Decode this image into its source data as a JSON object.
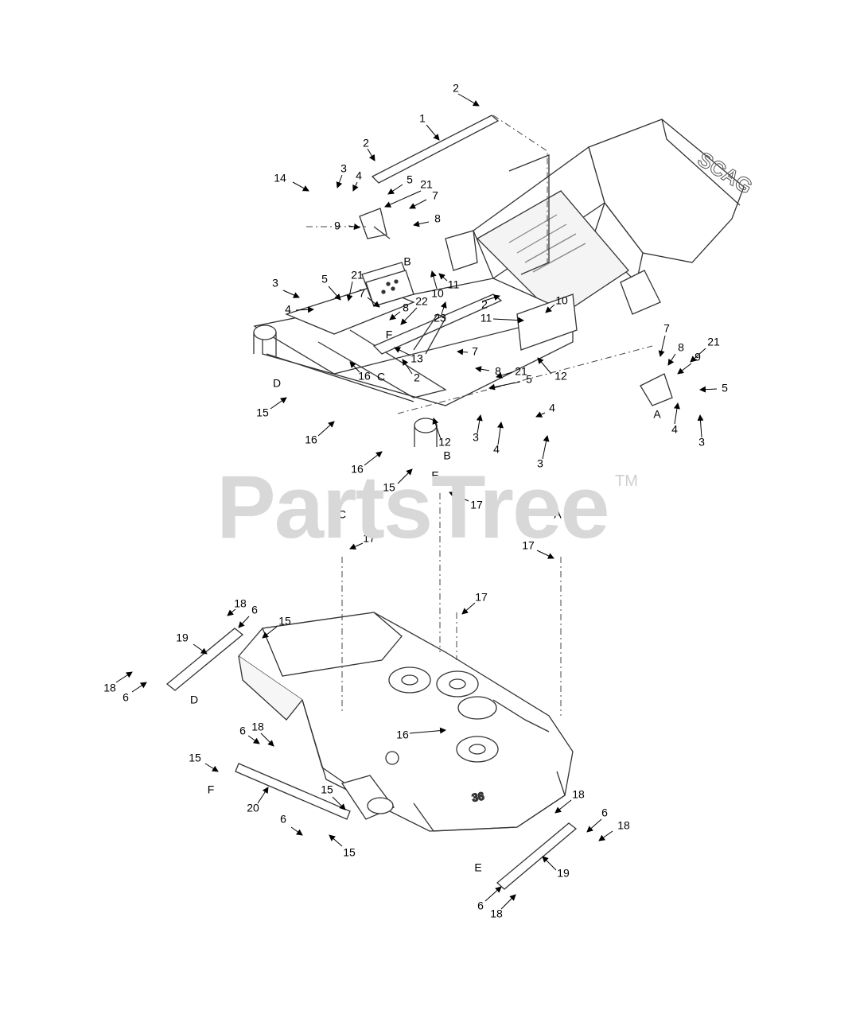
{
  "watermark": {
    "text": "PartsTree",
    "trademark": "TM"
  },
  "deck_brand": "36",
  "frame_brand": "SCAG",
  "callouts": [
    {
      "label": "2"
    },
    {
      "label": "1"
    },
    {
      "label": "2"
    },
    {
      "label": "14"
    },
    {
      "label": "3"
    },
    {
      "label": "4"
    },
    {
      "label": "5"
    },
    {
      "label": "21"
    },
    {
      "label": "7"
    },
    {
      "label": "8"
    },
    {
      "label": "9"
    },
    {
      "label": "B"
    },
    {
      "label": "10"
    },
    {
      "label": "11"
    },
    {
      "label": "3"
    },
    {
      "label": "4"
    },
    {
      "label": "5"
    },
    {
      "label": "21"
    },
    {
      "label": "7"
    },
    {
      "label": "8"
    },
    {
      "label": "22"
    },
    {
      "label": "F"
    },
    {
      "label": "2"
    },
    {
      "label": "23"
    },
    {
      "label": "10"
    },
    {
      "label": "11"
    },
    {
      "label": "13"
    },
    {
      "label": "7"
    },
    {
      "label": "16"
    },
    {
      "label": "C"
    },
    {
      "label": "2"
    },
    {
      "label": "8"
    },
    {
      "label": "21"
    },
    {
      "label": "5"
    },
    {
      "label": "12"
    },
    {
      "label": "D"
    },
    {
      "label": "15"
    },
    {
      "label": "16"
    },
    {
      "label": "12"
    },
    {
      "label": "4"
    },
    {
      "label": "3"
    },
    {
      "label": "4"
    },
    {
      "label": "3"
    },
    {
      "label": "7"
    },
    {
      "label": "8"
    },
    {
      "label": "9"
    },
    {
      "label": "21"
    },
    {
      "label": "5"
    },
    {
      "label": "A"
    },
    {
      "label": "4"
    },
    {
      "label": "3"
    },
    {
      "label": "16"
    },
    {
      "label": "B"
    },
    {
      "label": "15"
    },
    {
      "label": "E"
    },
    {
      "label": "17"
    },
    {
      "label": "C"
    },
    {
      "label": "17"
    },
    {
      "label": "A"
    },
    {
      "label": "17"
    },
    {
      "label": "17"
    },
    {
      "label": "18"
    },
    {
      "label": "6"
    },
    {
      "label": "15"
    },
    {
      "label": "19"
    },
    {
      "label": "18"
    },
    {
      "label": "6"
    },
    {
      "label": "D"
    },
    {
      "label": "16"
    },
    {
      "label": "6"
    },
    {
      "label": "18"
    },
    {
      "label": "15"
    },
    {
      "label": "F"
    },
    {
      "label": "20"
    },
    {
      "label": "15"
    },
    {
      "label": "18"
    },
    {
      "label": "6"
    },
    {
      "label": "15"
    },
    {
      "label": "6"
    },
    {
      "label": "18"
    },
    {
      "label": "E"
    },
    {
      "label": "19"
    },
    {
      "label": "6"
    },
    {
      "label": "18"
    }
  ]
}
